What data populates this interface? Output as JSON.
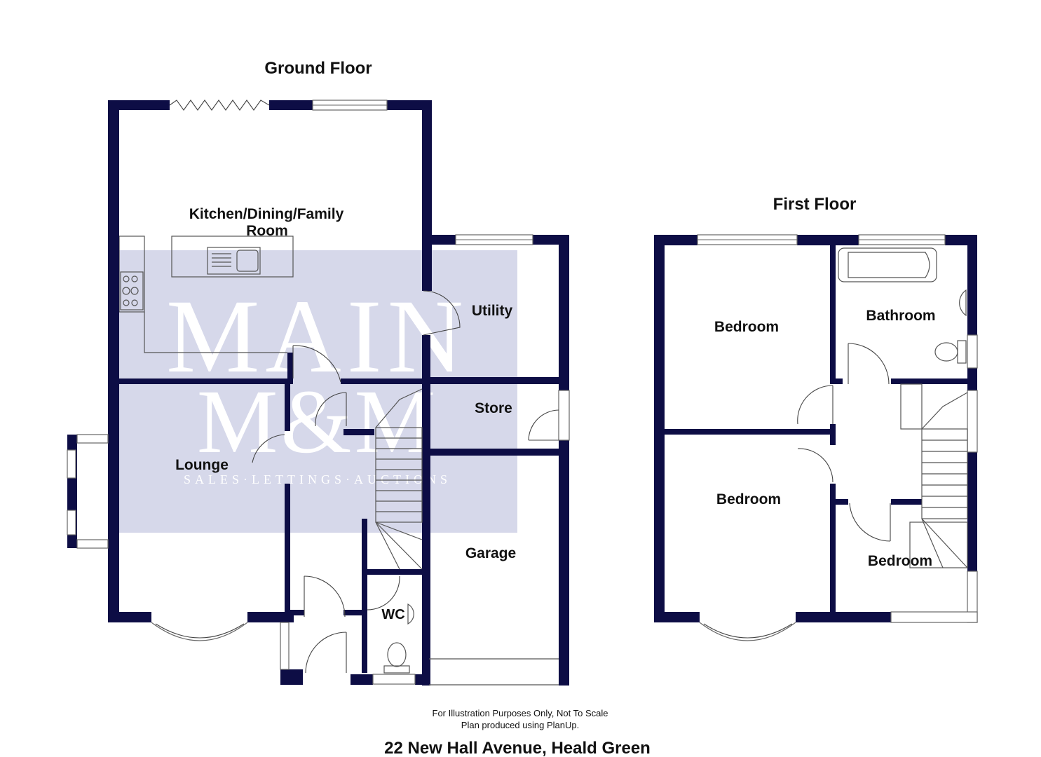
{
  "headings": {
    "ground": "Ground Floor",
    "first": "First Floor"
  },
  "rooms": {
    "kitchen_line1": "Kitchen/Dining/Family",
    "kitchen_line2": "Room",
    "utility": "Utility",
    "store": "Store",
    "lounge": "Lounge",
    "garage": "Garage",
    "wc": "WC",
    "bedroom_top": "Bedroom",
    "bathroom": "Bathroom",
    "bedroom_bottom_left": "Bedroom",
    "bedroom_bottom_right": "Bedroom"
  },
  "watermark": {
    "line1": "MAIN",
    "line2": "M&M",
    "tagline": "SALES·LETTINGS·AUCTIONS"
  },
  "footer": {
    "note1": "For Illustration Purposes Only, Not To Scale",
    "note2": "Plan produced using PlanUp.",
    "address": "22 New Hall Avenue, Heald Green"
  },
  "colors": {
    "wall": "#0d0d45",
    "watermark": "#d6d8ea"
  }
}
